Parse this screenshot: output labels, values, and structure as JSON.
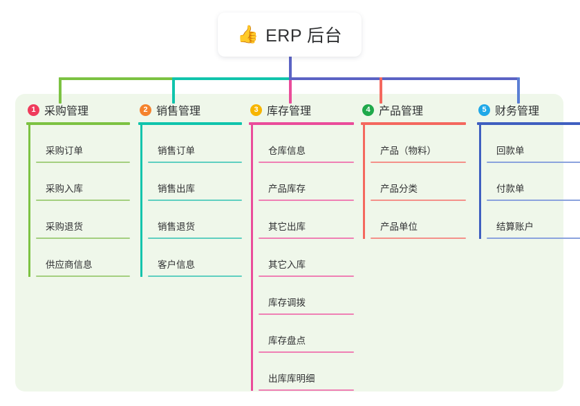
{
  "title": {
    "emoji": "👍",
    "emoji_name": "thumbs-up-icon",
    "text": "ERP 后台"
  },
  "palette": {
    "panel_bg": "#eff7ea",
    "trunk": "#5b63c4",
    "connector_left": "#7cc242",
    "connector_mid": "#10c4ac",
    "connector_right": "#5b63c4"
  },
  "columns": [
    {
      "number": "1",
      "title": "采购管理",
      "badge_color": "#ef3b5b",
      "line_color": "#7cc242",
      "item_line_color": "#a3cf7f",
      "items": [
        {
          "label": "采购订单"
        },
        {
          "label": "采购入库"
        },
        {
          "label": "采购退货"
        },
        {
          "label": "供应商信息"
        }
      ]
    },
    {
      "number": "2",
      "title": "销售管理",
      "badge_color": "#f5822c",
      "line_color": "#10c4ac",
      "item_line_color": "#5ecfc0",
      "items": [
        {
          "label": "销售订单"
        },
        {
          "label": "销售出库"
        },
        {
          "label": "销售退货"
        },
        {
          "label": "客户信息"
        }
      ]
    },
    {
      "number": "3",
      "title": "库存管理",
      "badge_color": "#f7b500",
      "line_color": "#ea4c9a",
      "item_line_color": "#ef7fb4",
      "items": [
        {
          "label": "仓库信息"
        },
        {
          "label": "产品库存"
        },
        {
          "label": "其它出库"
        },
        {
          "label": "其它入库"
        },
        {
          "label": "库存调拨"
        },
        {
          "label": "库存盘点"
        },
        {
          "label": "出库库明细"
        }
      ]
    },
    {
      "number": "4",
      "title": "产品管理",
      "badge_color": "#1fa94b",
      "line_color": "#f4685e",
      "item_line_color": "#f49089",
      "items": [
        {
          "label": "产品（物料）"
        },
        {
          "label": "产品分类"
        },
        {
          "label": "产品单位"
        }
      ]
    },
    {
      "number": "5",
      "title": "财务管理",
      "badge_color": "#20a8e8",
      "line_color": "#3f5fc0",
      "item_line_color": "#8aa2dd",
      "items": [
        {
          "label": "回款单"
        },
        {
          "label": "付款单"
        },
        {
          "label": "结算账户"
        }
      ]
    }
  ]
}
